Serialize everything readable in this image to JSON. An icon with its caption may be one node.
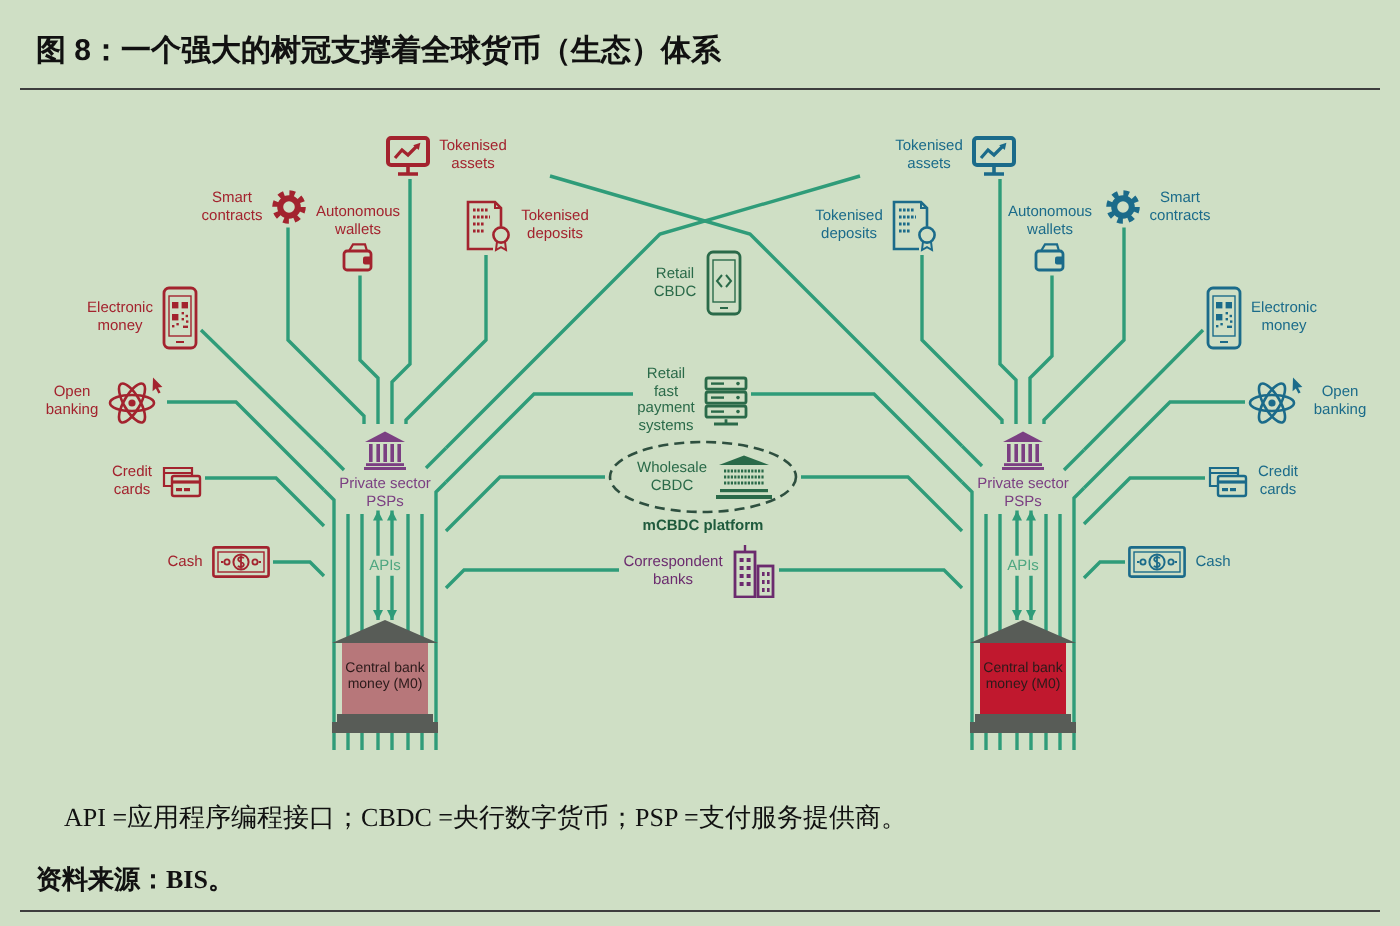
{
  "diagram": {
    "title": "图 8：一个强大的树冠支撑着全球货币（生态）体系",
    "nodes": [
      {
        "text": [
          "Tokenised assets"
        ]
      },
      {
        "text": [
          "Smart contracts"
        ]
      },
      {
        "text": [
          "Autonomous wallets"
        ]
      },
      {
        "text": [
          "Tokenised deposits"
        ]
      },
      {
        "text": [
          "Electronic money"
        ]
      },
      {
        "text": [
          "Open banking"
        ]
      },
      {
        "text": [
          "Credit cards"
        ]
      },
      {
        "text": [
          "Cash"
        ]
      },
      {
        "text": [],
        "shape": "tree"
      },
      {
        "text": [
          "Private sector PSPs"
        ],
        "in": 8
      },
      {
        "text": [
          "Central bank money (M0)"
        ],
        "in": 8
      },
      {
        "text": [
          "Retail CBDC"
        ]
      },
      {
        "text": [
          "Retail fast payment systems"
        ]
      },
      {
        "text": [
          "Wholesale CBDC",
          "mCBDC platform"
        ]
      },
      {
        "text": [
          "Correspondent banks"
        ]
      },
      {
        "text": [
          "Tokenised assets"
        ]
      },
      {
        "text": [
          "Tokenised deposits"
        ]
      },
      {
        "text": [
          "Autonomous wallets"
        ]
      },
      {
        "text": [
          "Smart contracts"
        ]
      },
      {
        "text": [
          "Electronic money"
        ]
      },
      {
        "text": [
          "Open banking"
        ]
      },
      {
        "text": [
          "Credit cards"
        ]
      },
      {
        "text": [
          "Cash"
        ]
      },
      {
        "text": [],
        "shape": "tree"
      },
      {
        "text": [
          "Private sector PSPs"
        ],
        "in": 23
      },
      {
        "text": [
          "Central bank money (M0)"
        ],
        "in": 23
      }
    ],
    "edges": [
      {
        "from": 0,
        "to": 8,
        "arrow": "none"
      },
      {
        "from": 1,
        "to": 8,
        "arrow": "none"
      },
      {
        "from": 2,
        "to": 8,
        "arrow": "none"
      },
      {
        "from": 3,
        "to": 8,
        "arrow": "none"
      },
      {
        "from": 4,
        "to": 8,
        "arrow": "none"
      },
      {
        "from": 5,
        "to": 8,
        "arrow": "none"
      },
      {
        "from": 6,
        "to": 8,
        "arrow": "none"
      },
      {
        "from": 7,
        "to": 8,
        "arrow": "none"
      },
      {
        "from": 9,
        "to": 10,
        "arrow": "both",
        "label": "APIs"
      },
      {
        "from": 9,
        "to": 10,
        "arrow": "both"
      },
      {
        "from": 12,
        "to": 8,
        "arrow": "none"
      },
      {
        "from": 12,
        "to": 23,
        "arrow": "none"
      },
      {
        "from": 13,
        "to": 8,
        "arrow": "none"
      },
      {
        "from": 13,
        "to": 23,
        "arrow": "none"
      },
      {
        "from": 14,
        "to": 8,
        "arrow": "none"
      },
      {
        "from": 14,
        "to": 23,
        "arrow": "none"
      },
      {
        "from": null,
        "to": 23,
        "arrow": "none"
      },
      {
        "from": null,
        "to": 8,
        "arrow": "none"
      },
      {
        "from": 15,
        "to": 23,
        "arrow": "none"
      },
      {
        "from": 16,
        "to": 23,
        "arrow": "none"
      },
      {
        "from": 17,
        "to": 23,
        "arrow": "none"
      },
      {
        "from": 18,
        "to": 23,
        "arrow": "none"
      },
      {
        "from": 19,
        "to": 23,
        "arrow": "none"
      },
      {
        "from": 20,
        "to": 23,
        "arrow": "none"
      },
      {
        "from": 21,
        "to": 23,
        "arrow": "none"
      },
      {
        "from": 22,
        "to": 23,
        "arrow": "none"
      },
      {
        "from": 24,
        "to": 25,
        "arrow": "both",
        "label": "APIs"
      },
      {
        "from": 24,
        "to": 25,
        "arrow": "both"
      }
    ],
    "labels": [
      "API =应用程序编程接口；CBDC =央行数字货币；PSP =支付服务提供商。",
      "资料来源：BIS。"
    ]
  }
}
